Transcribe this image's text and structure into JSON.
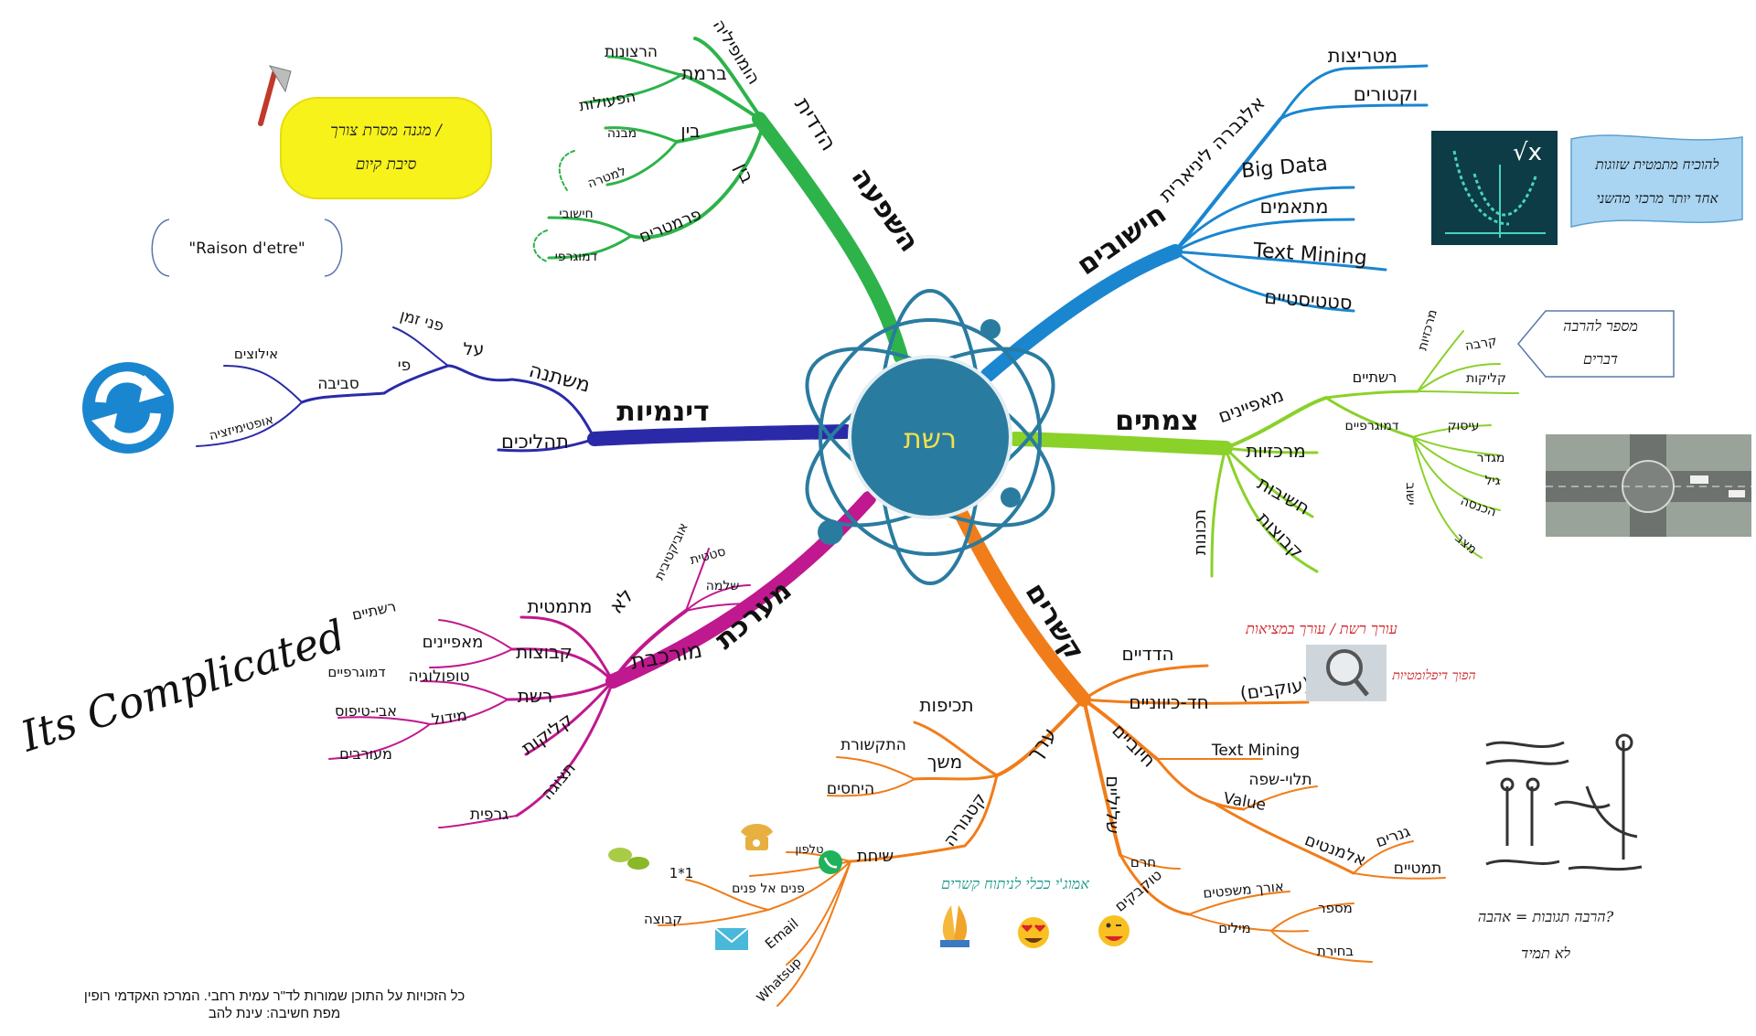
{
  "center": {
    "label": "רשת"
  },
  "colors": {
    "hashpaa": "#2db34a",
    "hishuvim": "#1a86d0",
    "tzmatim": "#8ad12a",
    "kshorim": "#f07d1a",
    "maarechet": "#c0188e",
    "dinamiut": "#2a2aa8",
    "center_fill": "#2a7ba0",
    "center_text": "#f2e14a"
  },
  "hashpaa": {
    "main": "השפעה",
    "hadadit": "הדדית",
    "bramat": "ברמת",
    "homofilia": "הומופיליה",
    "retzonot": "הרצונות",
    "peulot": "הפעולות",
    "bein1": "בין",
    "mivne": "מבנה",
    "lematra": "למטרה",
    "bein2": "בין",
    "parametrim": "פרמטרים",
    "hishuvi": "חישובי",
    "demografi": "דמוגרפי"
  },
  "hishuvim": {
    "main": "חישובים",
    "algebra": "אלגברה ליניארית",
    "matritzot": "מטריצות",
    "vektorim": "וקטורים",
    "bigdata": "Big Data",
    "mitamim": "מתאמים",
    "textmining": "Text Mining",
    "statisti": "סטטיסטיים"
  },
  "tzmatim": {
    "main": "צמתים",
    "mafyenim": "מאפיינים",
    "reshatiim": "רשתיים",
    "merkaziut_s": "מרכזיות",
    "kirva": "קרבה",
    "klikot": "קליקות",
    "demografiim": "דמוגרפיים",
    "isuk": "עיסוק",
    "migdar": "מגדר",
    "gil": "גיל",
    "hachnasa": "הכנסה",
    "matzav": "מצב",
    "yishuv": "ישוב",
    "merkaziut": "מרכזיות",
    "hashivut": "חשיבות",
    "kvutzot": "קבוצות",
    "tchunot": "תכונות"
  },
  "kshorim": {
    "main": "קשרים",
    "hadadiim": "הדדיים",
    "had_kivuniim": "חד-כיווניים",
    "okvim": "(עוקבים)",
    "hiyuvim": "חיוביים",
    "textmining": "Text Mining",
    "value": "Value",
    "tluy_safa": "תלוי-שפה",
    "almentim": "אלמנטים",
    "gnarim": "גנרים",
    "tmatim": "תמטיים",
    "shliliim": "שליליים",
    "herem": "חרם",
    "tokbekim": "טוקבקים",
    "orech": "אורך משפטים",
    "milim": "מילים",
    "mispar": "מספר",
    "bhira": "בחירת",
    "erech": "ערך",
    "tchifut": "תכיפות",
    "meshech": "משך",
    "hitkashrut": "התקשורת",
    "yahasim": "היחסים",
    "kategoria": "קטגוריה",
    "sicha": "שיחת",
    "telefon": "טלפון",
    "panim": "פנים אל פנים",
    "email": "Email",
    "whatsup": "Whatsup",
    "ehad": "1*1",
    "kvutza": "קבוצה",
    "emoji_note": "אמוג'י ככלי לניתוח קשרים"
  },
  "maarechet": {
    "main": "מערכת",
    "murkevet": "מורכבת",
    "lo": "לא",
    "mitmatit": "מתמטית",
    "obyektivit": "אוביקטיבית",
    "statit": "סטטית",
    "shlema": "שלמה",
    "kvutzot": "קבוצות",
    "mafyenim": "מאפיינים",
    "reshatiim": "רשתיים",
    "demografiim": "דמוגרפיים",
    "reshet": "רשת",
    "topologia": "טופולוגיה",
    "midul": "מידול",
    "av_tipus": "אבי-טיפוס",
    "meorvim": "מעורבים",
    "klikot": "קליקות",
    "tetzuga": "תצוגה",
    "grafit": "גרפית"
  },
  "dinamiut": {
    "main": "דינמיות",
    "mishtana": "משתנה",
    "tahalichim": "תהליכים",
    "al": "על",
    "pnei_zman": "פני זמן",
    "pi": "פי",
    "sviva": "סביבה",
    "iluzim": "אילוצים",
    "optimizatzia": "אופטימיזציה"
  },
  "notes": {
    "yellow": [
      "מגנה מסרת צורך /",
      "סיבת קיום"
    ],
    "raison": "\"Raison d'etre\"",
    "complicated": "Its Complicated",
    "blue_flag": [
      "להוכיח מתמטית שזוגות",
      "אחד יותר מרכזי מהשני"
    ],
    "pentagon": [
      "מספר להרבה",
      "דברים"
    ],
    "red": [
      "עורך רשת / עורך במציאות",
      "הפוך דיפלומטיות"
    ],
    "knots": [
      "הרבה תגובות = אהבה?",
      "לא תמיד"
    ]
  },
  "credit": [
    "כל הזכויות על התוכן  שמורות לד\"ר עמית רחבי. המרכז האקדמי רופין",
    "מפת חשיבה: עינת להב"
  ]
}
